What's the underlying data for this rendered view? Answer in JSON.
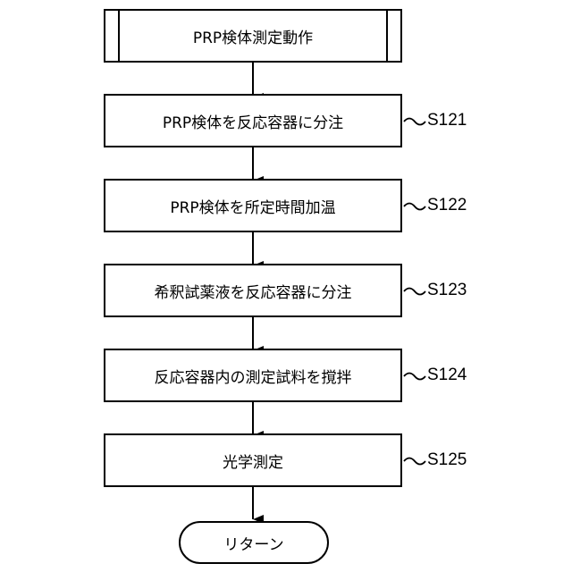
{
  "start": {
    "label": "PRP検体測定動作"
  },
  "steps": [
    {
      "label": "PRP検体を反応容器に分注",
      "id": "S121"
    },
    {
      "label": "PRP検体を所定時間加温",
      "id": "S122"
    },
    {
      "label": "希釈試薬液を反応容器に分注",
      "id": "S123"
    },
    {
      "label": "反応容器内の測定試料を撹拌",
      "id": "S124"
    },
    {
      "label": "光学測定",
      "id": "S125"
    }
  ],
  "end": {
    "label": "リターン"
  }
}
